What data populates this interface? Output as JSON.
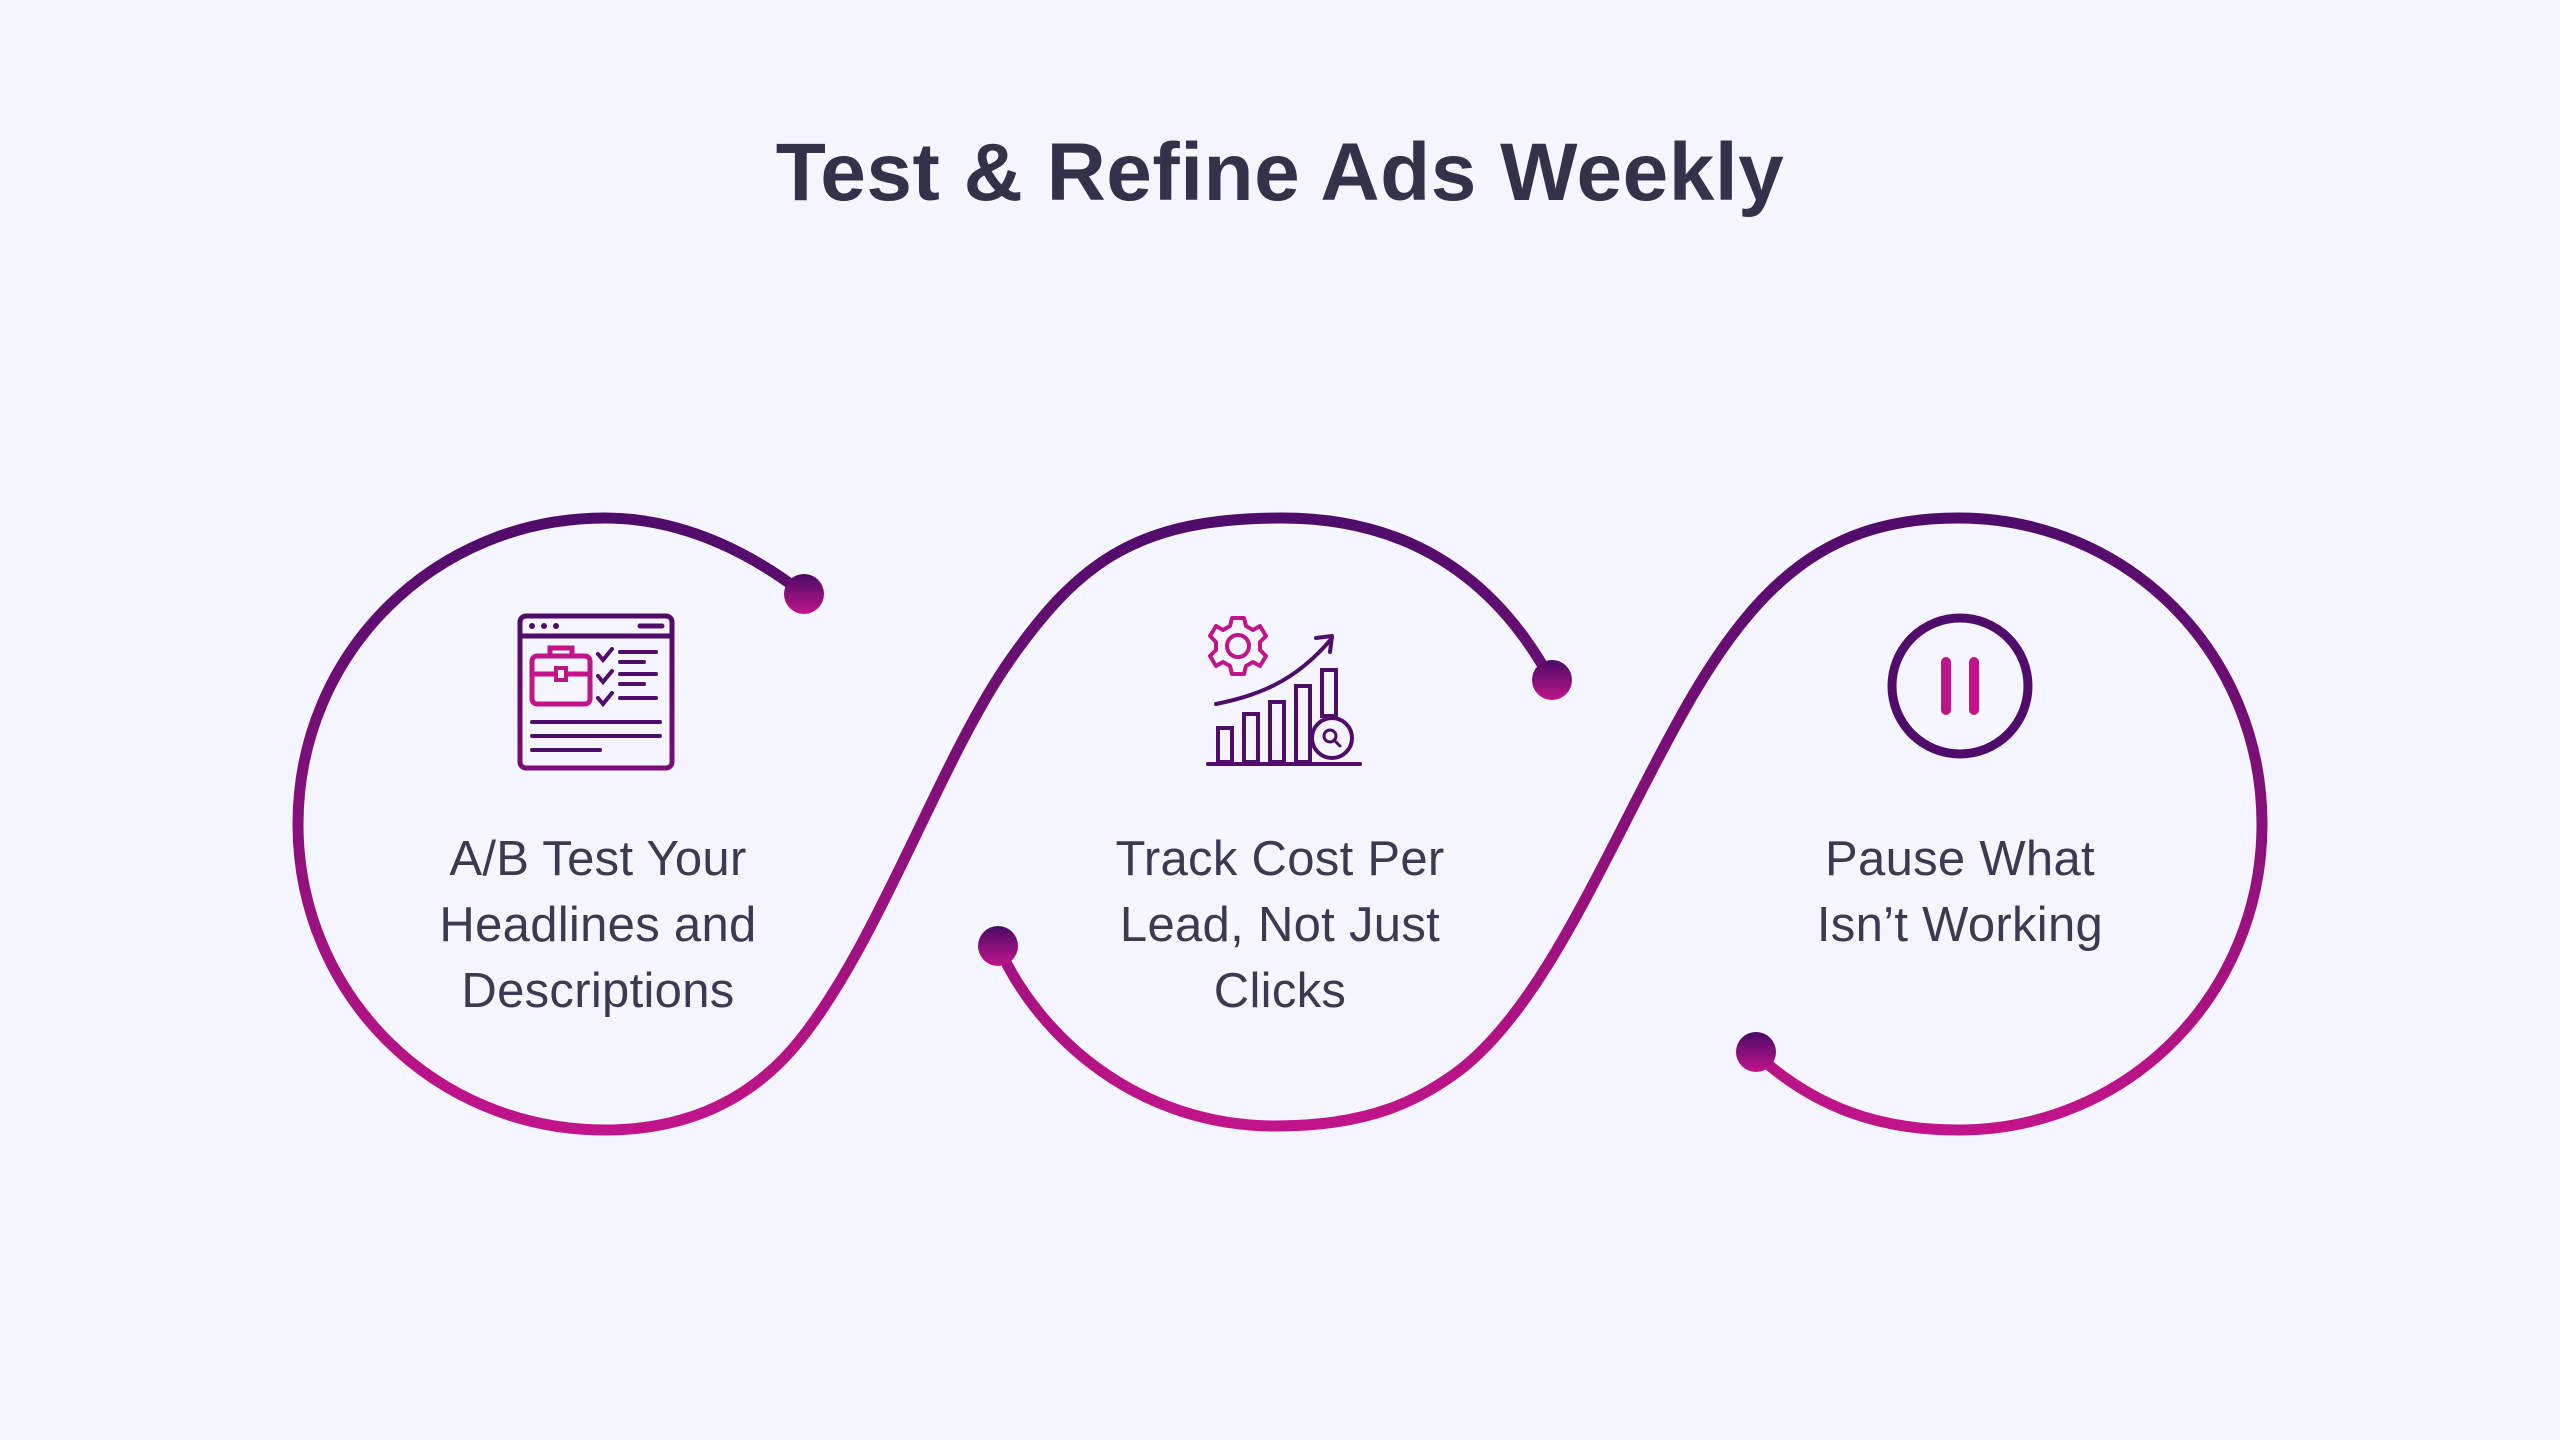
{
  "title": "Test & Refine Ads Weekly",
  "colors": {
    "background": "#f4f5fd",
    "gradient_top": "#4f0c6b",
    "gradient_bottom": "#c2148a",
    "text": "#3a3a52"
  },
  "steps": [
    {
      "icon": "browser-checklist-icon",
      "lines": [
        "A/B Test Your",
        "Headlines and",
        "Descriptions"
      ]
    },
    {
      "icon": "growth-chart-gear-icon",
      "lines": [
        "Track Cost Per",
        "Lead, Not Just",
        "Clicks"
      ]
    },
    {
      "icon": "pause-icon",
      "lines": [
        "Pause What",
        "Isn’t Working"
      ]
    }
  ]
}
